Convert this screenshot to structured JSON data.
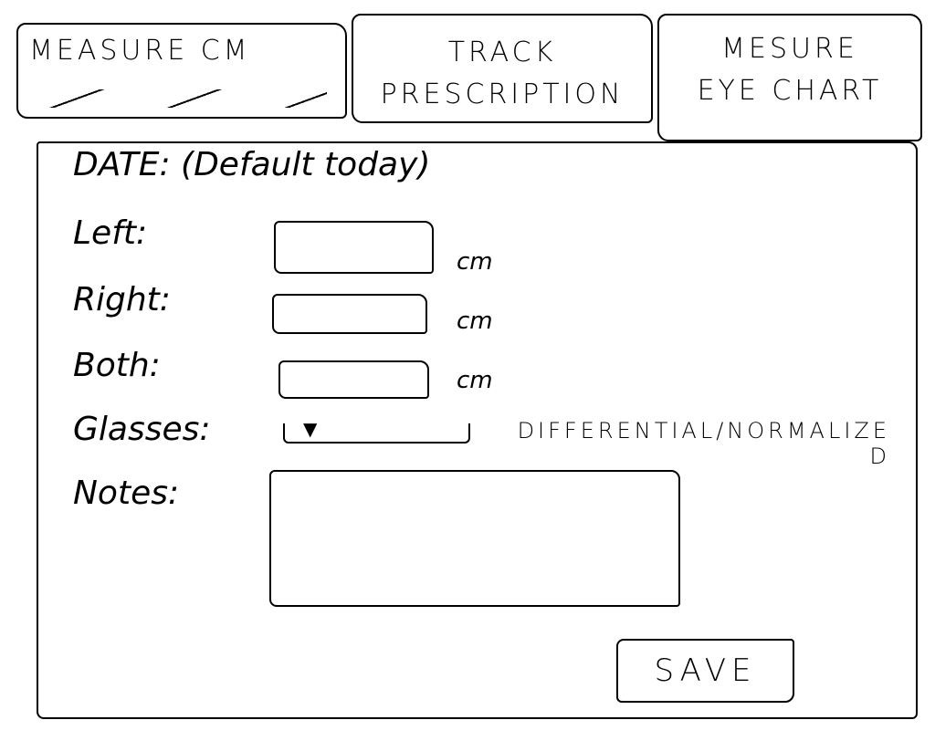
{
  "tabs": [
    {
      "label": "MEASURE CM",
      "active": true
    },
    {
      "label": "TRACK PRESCRIPTION",
      "active": false
    },
    {
      "label": "MESURE EYE CHART",
      "active": false
    }
  ],
  "form": {
    "date_label": "DATE: (Default today)",
    "left_label": "Left:",
    "left_value": "",
    "left_unit": "cm",
    "right_label": "Right:",
    "right_value": "",
    "right_unit": "cm",
    "both_label": "Both:",
    "both_value": "",
    "both_unit": "cm",
    "glasses_label": "Glasses:",
    "glasses_selected": "",
    "glasses_arrow": "▼",
    "glasses_note": "DIFFERENTIAL/NORMALIZED",
    "notes_label": "Notes:",
    "notes_value": ""
  },
  "save_label": "SAVE"
}
